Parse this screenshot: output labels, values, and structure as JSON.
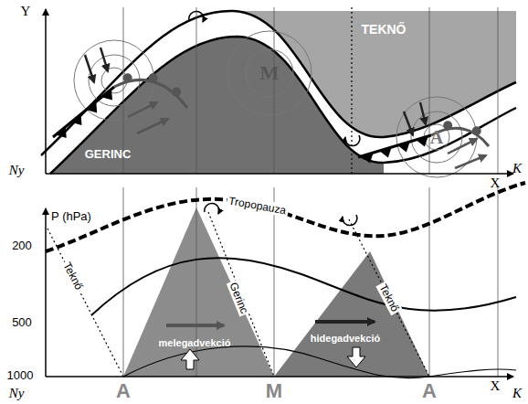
{
  "diagram": {
    "labels": [
      "Y",
      "TEKNŐ",
      "M",
      "GERINC",
      "A",
      "Ny",
      "X",
      "K",
      "P (hPa)",
      "Tropopauza",
      "Teknő",
      "Gerinc",
      "Teknő",
      "200",
      "500",
      "1000",
      "melegadvekció",
      "hidegadvekció",
      "Ny",
      "A",
      "M",
      "A",
      "X",
      "K"
    ]
  }
}
